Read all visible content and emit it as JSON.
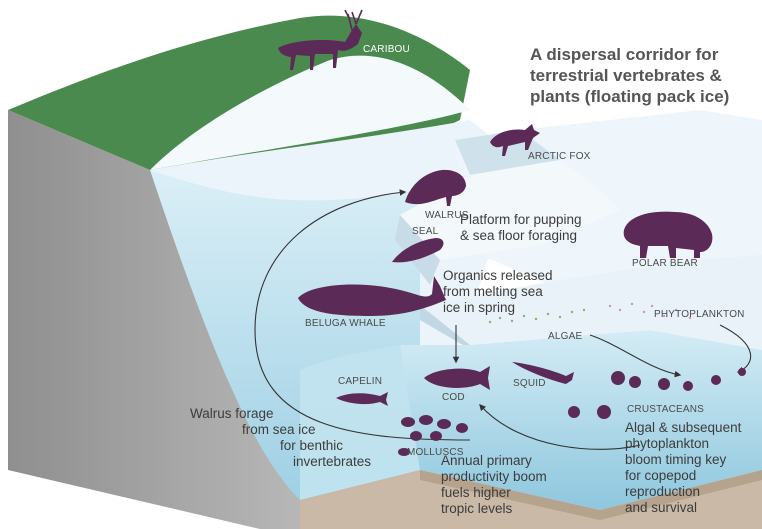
{
  "title": "A dispersal corridor for terrestrial vertebrates & plants (floating pack ice)",
  "title_lines": [
    "A dispersal corridor for",
    "terrestrial vertebrates &",
    "plants (floating pack ice)"
  ],
  "labels": {
    "caribou": "CARIBOU",
    "arctic_fox": "ARCTIC FOX",
    "walrus": "WALRUS",
    "seal": "SEAL",
    "polar_bear": "POLAR BEAR",
    "beluga_whale": "BELUGA WHALE",
    "phytoplankton": "PHYTOPLANKTON",
    "algae": "ALGAE",
    "capelin": "CAPELIN",
    "cod": "COD",
    "squid": "SQUID",
    "crustaceans": "CRUSTACEANS",
    "molluscs": "MOLLUSCS"
  },
  "notes": {
    "platform": [
      "Platform for pupping",
      "& sea floor foraging"
    ],
    "organics": [
      "Organics released",
      "from melting sea",
      "ice in spring"
    ],
    "walrus_forage": [
      "Walrus forage",
      "from sea ice",
      "for benthic",
      "invertebrates"
    ],
    "annual_boom": [
      "Annual primary",
      "productivity boom",
      "fuels higher",
      "tropic levels"
    ],
    "algal_bloom": [
      "Algal & subsequent",
      "phytoplankton",
      "bloom timing key",
      "for copepod",
      "reproduction",
      "and survival"
    ]
  },
  "colors": {
    "animal": "#5b2a57",
    "land": "#4b8a4f",
    "cliff": "#a8a8a8",
    "ice": "#eef6fb",
    "water": "#bfe0ee",
    "seabed": "#c9b9a6",
    "text": "#4a4a4a"
  }
}
